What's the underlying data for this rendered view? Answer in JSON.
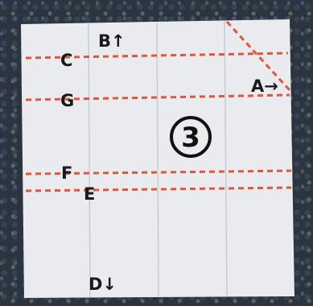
{
  "diagram": {
    "labels": {
      "b": "B↑",
      "c": "C",
      "a": "A→",
      "g": "G",
      "step": "3",
      "f": "F",
      "e": "E",
      "d": "D↓"
    },
    "colors": {
      "paper": "#e9ebef",
      "crease": "#c8ccd4",
      "fold_line": "#e2573a",
      "ink": "#1a1a1a"
    }
  }
}
